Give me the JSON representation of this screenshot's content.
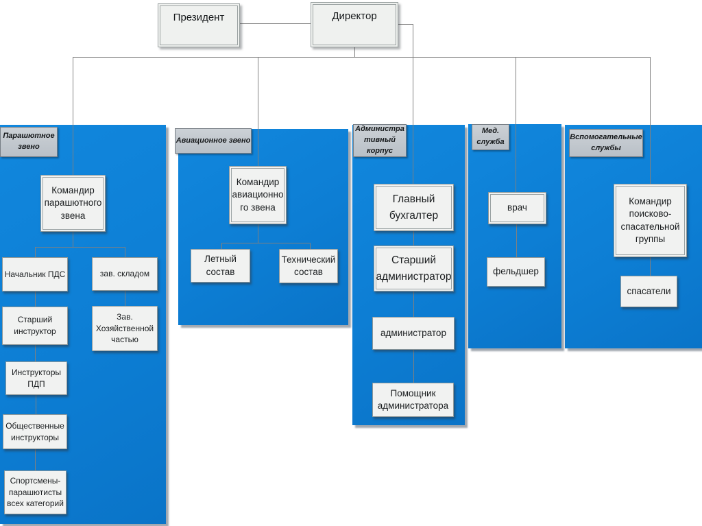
{
  "top_nodes": {
    "president": "Президент",
    "director": "Директор"
  },
  "panels": [
    {
      "header": "Парашютное\nзвено",
      "nodes": [
        {
          "label": "Командир\nпарашютного\nзвена"
        },
        {
          "label": "Начальник ПДС"
        },
        {
          "label": "зав. складом"
        },
        {
          "label": "Старший\nинструктор"
        },
        {
          "label": "Зав.\nХозяйственной\nчастью"
        },
        {
          "label": "Инструкторы\nПДП"
        },
        {
          "label": "Общественные\nинструкторы"
        },
        {
          "label": "Спортсмены-\nпарашютисты\nвсех категорий"
        }
      ]
    },
    {
      "header": "Авиационное звено",
      "nodes": [
        {
          "label": "Командир\nавиационно\nго звена"
        },
        {
          "label": "Летный состав"
        },
        {
          "label": "Технический\nсостав"
        }
      ]
    },
    {
      "header": "Администра\nтивный\nкорпус",
      "nodes": [
        {
          "label": "Главный\nбухгалтер"
        },
        {
          "label": "Старший\nадминистратор"
        },
        {
          "label": "администратор"
        },
        {
          "label": "Помощник\nадминистратора"
        }
      ]
    },
    {
      "header": "Мед.\nслужба",
      "nodes": [
        {
          "label": "врач"
        },
        {
          "label": "фельдшер"
        }
      ]
    },
    {
      "header": "Вспомогательные\nслужбы",
      "nodes": [
        {
          "label": "Командир\nпоисково-\nспасательной\nгруппы"
        },
        {
          "label": "спасатели"
        }
      ]
    }
  ],
  "colors": {
    "panel_blue": "#0d7ed4",
    "header_gray": "#c2c8ce",
    "node_fill": "#f1f2f1",
    "connector_gray": "#808080"
  }
}
